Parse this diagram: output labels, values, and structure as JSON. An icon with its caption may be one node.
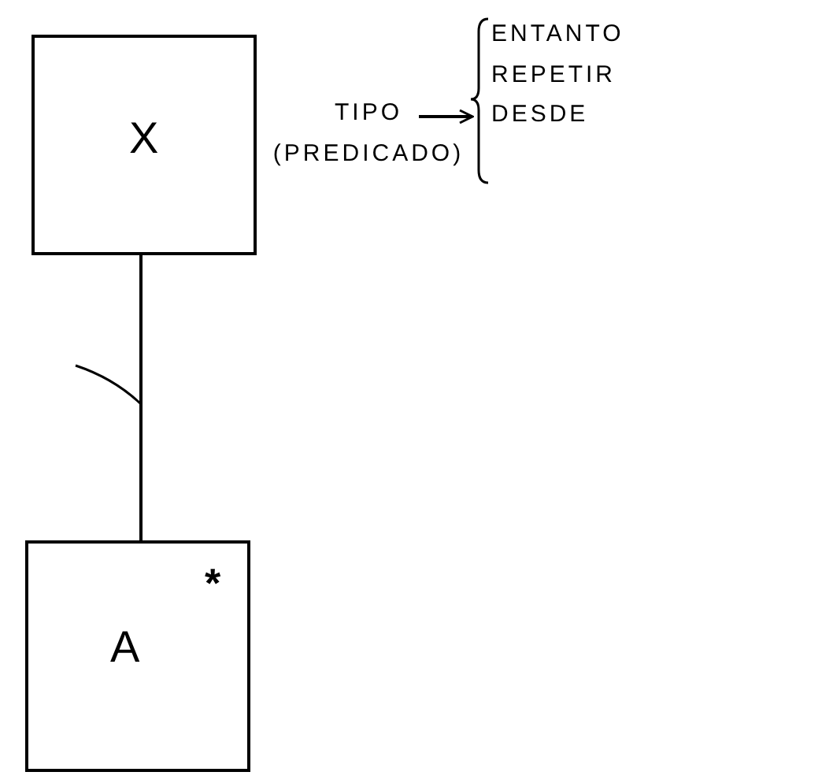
{
  "diagram": {
    "nodes": [
      {
        "text": [
          "X"
        ]
      },
      {
        "text": [
          "A",
          "*"
        ]
      },
      {
        "text": [
          "TIPO",
          "(PREDICADO)"
        ]
      },
      {
        "text": [
          "ENTANTO",
          "REPETIR",
          "DESDE"
        ]
      }
    ],
    "edges": [
      {
        "from": 0,
        "to": 1,
        "arrow": "none"
      },
      {
        "from": 2,
        "to": 3,
        "arrow": "to"
      }
    ]
  }
}
